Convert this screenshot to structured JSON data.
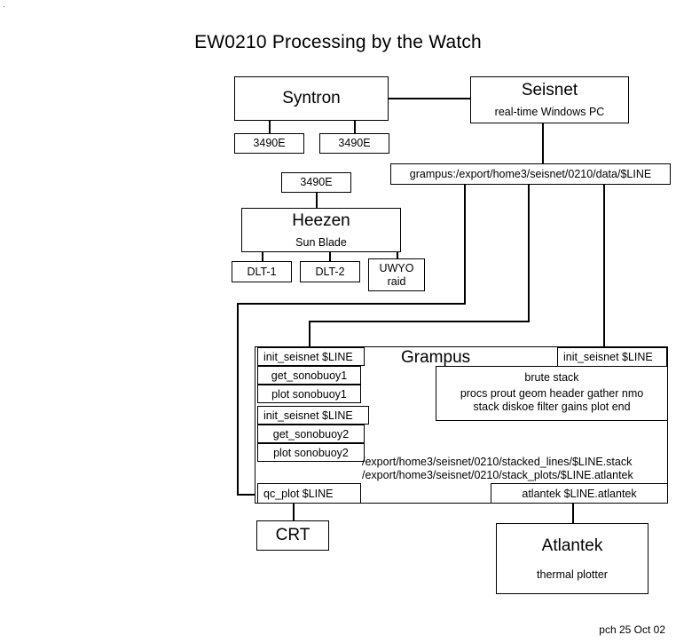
{
  "page": {
    "title": "EW0210 Processing by the Watch",
    "footer": "pch 25 Oct 02",
    "corner_mark": "·"
  },
  "nodes": {
    "syntron": {
      "label": "Syntron"
    },
    "syntron_tape1": {
      "label": "3490E"
    },
    "syntron_tape2": {
      "label": "3490E"
    },
    "seisnet": {
      "label": "Seisnet",
      "subtitle": "real-time Windows PC"
    },
    "data_path": {
      "label": "grampus:/export/home3/seisnet/0210/data/$LINE"
    },
    "heezen_tape": {
      "label": "3490E"
    },
    "heezen": {
      "label": "Heezen",
      "subtitle": "Sun Blade"
    },
    "dlt1": {
      "label": "DLT-1"
    },
    "dlt2": {
      "label": "DLT-2"
    },
    "uwyo": {
      "label": "UWYO",
      "sublabel": "raid"
    },
    "grampus": {
      "label": "Grampus"
    },
    "crt": {
      "label": "CRT"
    },
    "atlantek": {
      "label": "Atlantek",
      "subtitle": "thermal plotter"
    }
  },
  "grampus_panel": {
    "sonobuoy_stack_1": [
      "init_seisnet  $LINE",
      "get_sonobuoy1",
      "plot sonobuoy1"
    ],
    "sonobuoy_stack_2": [
      "init_seisnet $LINE",
      "get_sonobuoy2",
      "plot sonobuoy2"
    ],
    "init_seisnet_right": "init_seisnet $LINE",
    "brute_stack": {
      "title": "brute stack",
      "line1": "procs prout geom header gather nmo",
      "line2": "stack diskoe filter gains plot end"
    },
    "output_paths": [
      "/export/home3/seisnet/0210/stacked_lines/$LINE.stack",
      "/export/home3/seisnet/0210/stack_plots/$LINE.atlantek"
    ],
    "qc_plot": "qc_plot $LINE",
    "atlantek_cmd": "atlantek $LINE.atlantek"
  }
}
